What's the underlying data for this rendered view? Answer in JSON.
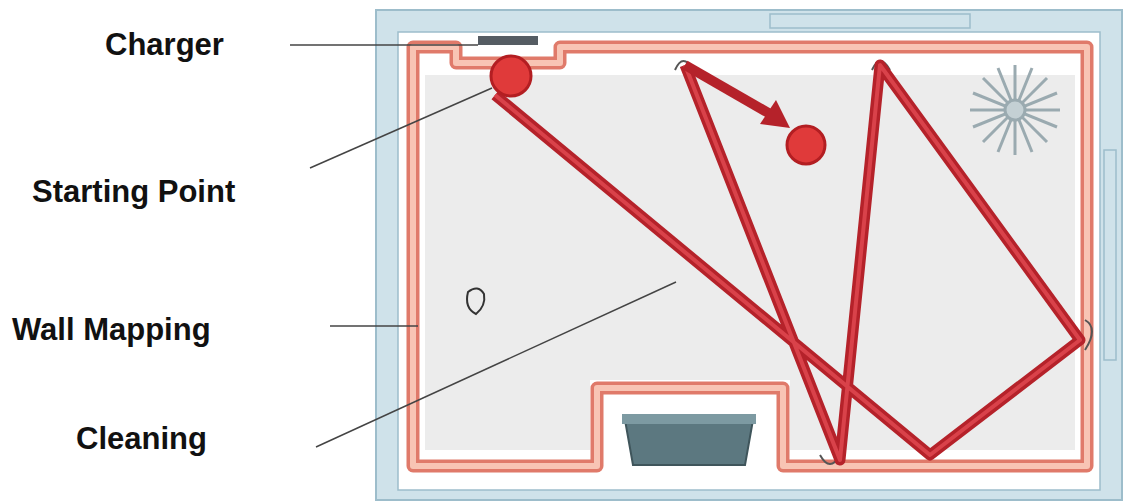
{
  "diagram": {
    "labels": [
      "Charger",
      "Starting Point",
      "Wall Mapping",
      "Cleaning"
    ]
  }
}
